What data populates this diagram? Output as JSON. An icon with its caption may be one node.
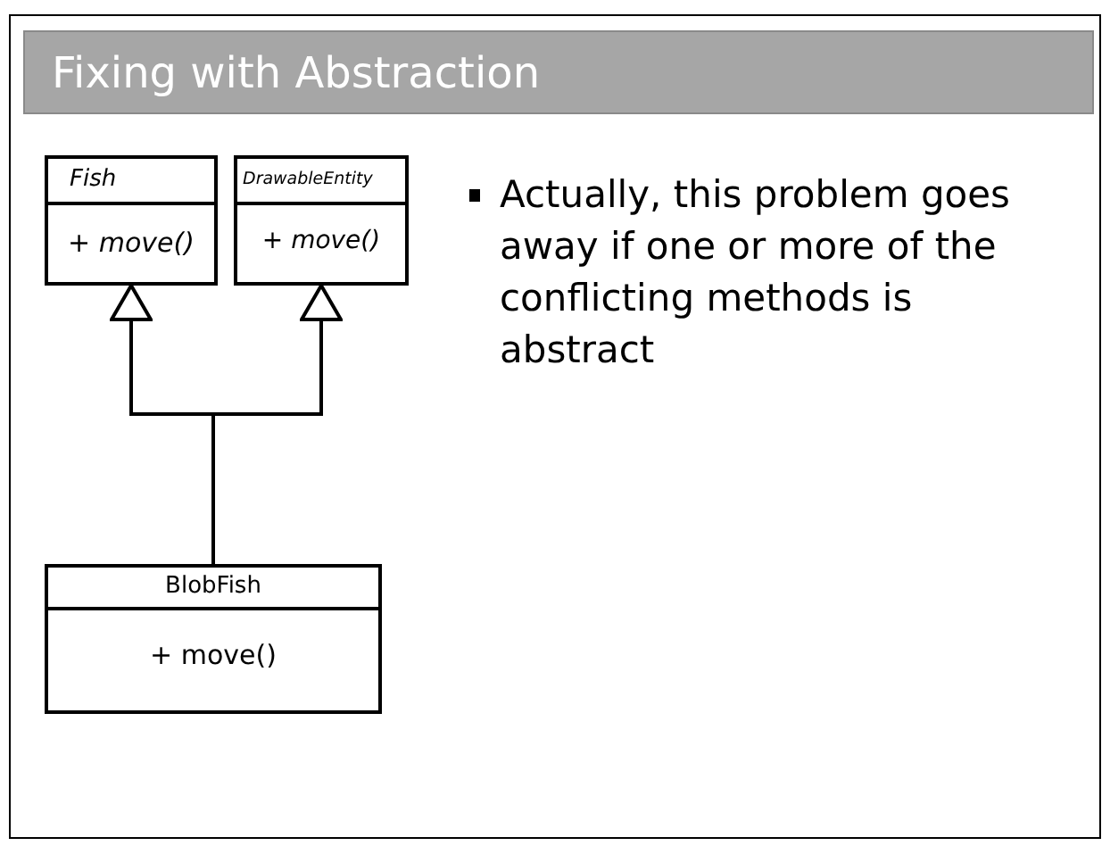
{
  "diagram": {
    "title": "Fixing with Abstraction",
    "nodes": [
      {
        "text": [
          "Fish",
          "+ move()"
        ]
      },
      {
        "text": [
          "DrawableEntity",
          "+ move()"
        ]
      },
      {
        "text": [
          "BlobFish",
          "+ move()"
        ]
      }
    ],
    "edges": [
      {
        "from": 2,
        "to": 0,
        "arrow": "to"
      },
      {
        "from": 2,
        "to": 1,
        "arrow": "to"
      }
    ],
    "labels": [
      "Actually, this problem goes away if one or more of the conflicting methods is abstract"
    ]
  }
}
